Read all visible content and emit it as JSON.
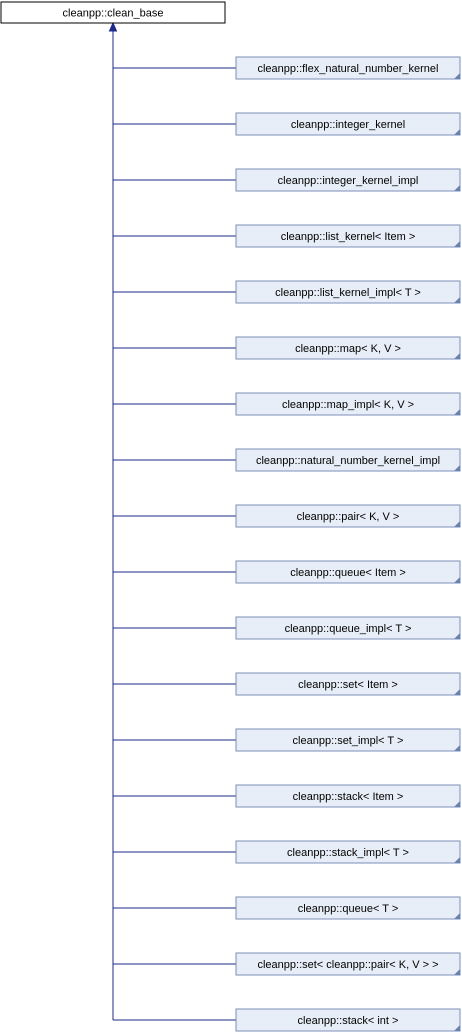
{
  "root": {
    "label": "cleanpp::clean_base"
  },
  "children": [
    {
      "label": "cleanpp::flex_natural_number_kernel"
    },
    {
      "label": "cleanpp::integer_kernel"
    },
    {
      "label": "cleanpp::integer_kernel_impl"
    },
    {
      "label": "cleanpp::list_kernel< Item >"
    },
    {
      "label": "cleanpp::list_kernel_impl< T >"
    },
    {
      "label": "cleanpp::map< K, V >"
    },
    {
      "label": "cleanpp::map_impl< K, V >"
    },
    {
      "label": "cleanpp::natural_number_kernel_impl"
    },
    {
      "label": "cleanpp::pair< K, V >"
    },
    {
      "label": "cleanpp::queue< Item >"
    },
    {
      "label": "cleanpp::queue_impl< T >"
    },
    {
      "label": "cleanpp::set< Item >"
    },
    {
      "label": "cleanpp::set_impl< T >"
    },
    {
      "label": "cleanpp::stack< Item >"
    },
    {
      "label": "cleanpp::stack_impl< T >"
    },
    {
      "label": "cleanpp::queue< T >"
    },
    {
      "label": "cleanpp::set< cleanpp::pair< K, V > >"
    },
    {
      "label": "cleanpp::stack< int >"
    }
  ],
  "colors": {
    "edge": "#1c2b8a",
    "child_fill": "#e8eef7",
    "child_border": "#7b8fb9",
    "root_fill": "#ffffff",
    "root_border": "#000000"
  }
}
